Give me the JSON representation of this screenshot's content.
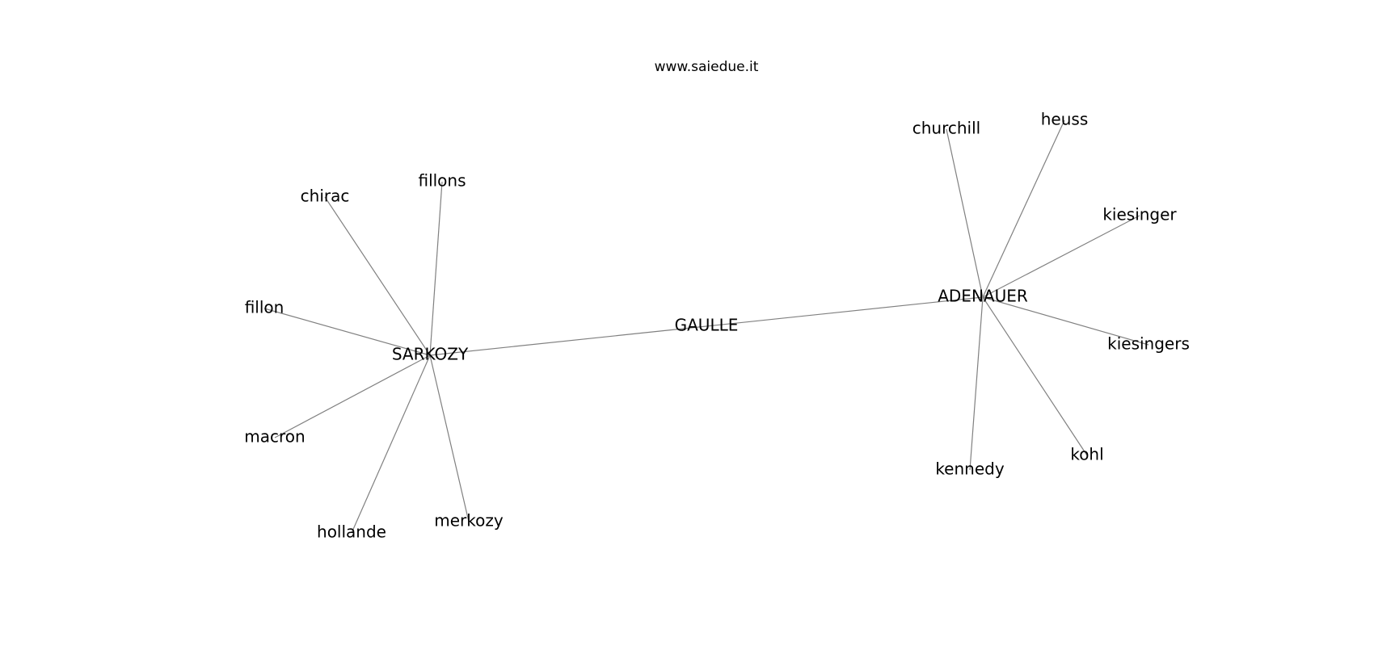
{
  "header": {
    "site": "www.saiedue.it"
  },
  "graph": {
    "nodes": [
      {
        "id": "GAULLE",
        "label": "GAULLE"
      },
      {
        "id": "SARKOZY",
        "label": "SARKOZY"
      },
      {
        "id": "ADENAUER",
        "label": "ADENAUER"
      },
      {
        "id": "chirac",
        "label": "chirac"
      },
      {
        "id": "fillons",
        "label": "fillons"
      },
      {
        "id": "fillon",
        "label": "fillon"
      },
      {
        "id": "macron",
        "label": "macron"
      },
      {
        "id": "hollande",
        "label": "hollande"
      },
      {
        "id": "merkozy",
        "label": "merkozy"
      },
      {
        "id": "churchill",
        "label": "churchill"
      },
      {
        "id": "heuss",
        "label": "heuss"
      },
      {
        "id": "kiesinger",
        "label": "kiesinger"
      },
      {
        "id": "kiesingers",
        "label": "kiesingers"
      },
      {
        "id": "kohl",
        "label": "kohl"
      },
      {
        "id": "kennedy",
        "label": "kennedy"
      }
    ],
    "edges": [
      [
        "SARKOZY",
        "GAULLE"
      ],
      [
        "GAULLE",
        "ADENAUER"
      ],
      [
        "SARKOZY",
        "chirac"
      ],
      [
        "SARKOZY",
        "fillons"
      ],
      [
        "SARKOZY",
        "fillon"
      ],
      [
        "SARKOZY",
        "macron"
      ],
      [
        "SARKOZY",
        "hollande"
      ],
      [
        "SARKOZY",
        "merkozy"
      ],
      [
        "ADENAUER",
        "churchill"
      ],
      [
        "ADENAUER",
        "heuss"
      ],
      [
        "ADENAUER",
        "kiesinger"
      ],
      [
        "ADENAUER",
        "kiesingers"
      ],
      [
        "ADENAUER",
        "kohl"
      ],
      [
        "ADENAUER",
        "kennedy"
      ]
    ]
  }
}
